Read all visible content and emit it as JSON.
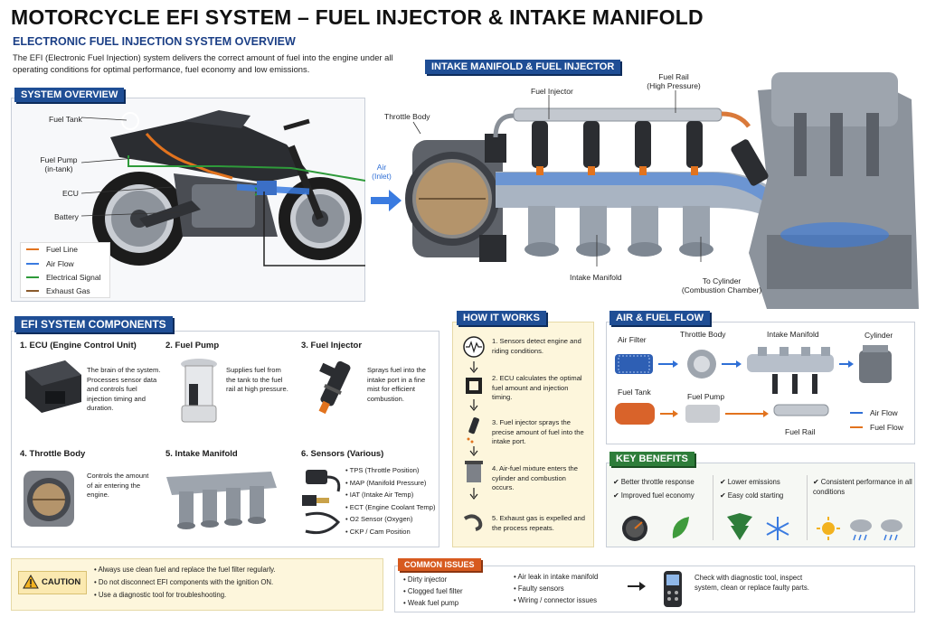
{
  "header": {
    "title": "MOTORCYCLE EFI SYSTEM – FUEL INJECTOR & INTAKE MANIFOLD",
    "subtitle": "ELECTRONIC FUEL INJECTION SYSTEM OVERVIEW",
    "intro": "The EFI (Electronic Fuel Injection) system delivers the correct amount of fuel into the engine under all operating conditions for optimal performance, fuel economy and low emissions."
  },
  "overview": {
    "heading": "SYSTEM OVERVIEW",
    "labels": [
      "Fuel Tank",
      "Fuel Pump\n(in-tank)",
      "ECU",
      "Battery"
    ],
    "legend": [
      {
        "label": "Fuel Line",
        "color": "#e2731e"
      },
      {
        "label": "Air Flow",
        "color": "#3a7be0"
      },
      {
        "label": "Electrical Signal",
        "color": "#2e9a3a"
      },
      {
        "label": "Exhaust Gas",
        "color": "#8a5a2c"
      }
    ]
  },
  "manifold": {
    "heading": "INTAKE MANIFOLD & FUEL INJECTOR",
    "throttle_body": "Throttle Body",
    "air_inlet": "Air\n(Inlet)",
    "fuel_injector": "Fuel Injector",
    "fuel_rail": "Fuel Rail\n(High Pressure)",
    "intake_manifold": "Intake Manifold",
    "to_cylinder": "To Cylinder\n(Combustion Chamber)"
  },
  "components": {
    "heading": "EFI SYSTEM COMPONENTS",
    "items": [
      {
        "title": "1. ECU (Engine Control Unit)",
        "desc": "The brain of the system. Processes sensor data and controls fuel injection timing and duration."
      },
      {
        "title": "2. Fuel Pump",
        "desc": "Supplies fuel from the tank to the fuel rail at high pressure."
      },
      {
        "title": "3. Fuel Injector",
        "desc": "Sprays fuel into the intake port in a fine mist for efficient combustion."
      },
      {
        "title": "4. Throttle Body",
        "desc": "Controls the amount of air entering the engine."
      },
      {
        "title": "5. Intake Manifold",
        "desc": ""
      },
      {
        "title": "6. Sensors (Various)",
        "desc": ""
      }
    ],
    "sensors": [
      "TPS (Throttle Position)",
      "MAP (Manifold Pressure)",
      "IAT (Intake Air Temp)",
      "ECT (Engine Coolant Temp)",
      "O2 Sensor (Oxygen)",
      "CKP / Cam Position"
    ]
  },
  "how_it_works": {
    "heading": "HOW IT WORKS",
    "steps": [
      "1. Sensors detect engine and riding conditions.",
      "2. ECU calculates the optimal fuel amount and injection timing.",
      "3. Fuel injector sprays the precise amount of fuel into the intake port.",
      "4. Air-fuel mixture enters the cylinder and combustion occurs.",
      "5. Exhaust gas is expelled and the process repeats."
    ]
  },
  "air_fuel_flow": {
    "heading": "AIR & FUEL FLOW",
    "labels": [
      "Air Filter",
      "Throttle Body",
      "Intake Manifold",
      "Cylinder",
      "Fuel Tank",
      "Fuel Pump",
      "Fuel Rail"
    ],
    "legend": [
      {
        "label": "Air Flow",
        "color": "#2f6fd6"
      },
      {
        "label": "Fuel Flow",
        "color": "#e2731e"
      }
    ]
  },
  "benefits": {
    "heading": "KEY BENEFITS",
    "col1": [
      "Better throttle response",
      "Improved fuel economy"
    ],
    "col2": [
      "Lower emissions",
      "Easy cold starting"
    ],
    "col3": [
      "Consistent performance in all conditions"
    ]
  },
  "caution": {
    "label": "CAUTION",
    "items": [
      "Always use clean fuel and replace the fuel filter regularly.",
      "Do not disconnect EFI components with the ignition ON.",
      "Use a diagnostic tool for troubleshooting."
    ]
  },
  "issues": {
    "heading": "COMMON ISSUES",
    "col1": [
      "Dirty injector",
      "Clogged fuel filter",
      "Weak fuel pump"
    ],
    "col2": [
      "Air leak in intake manifold",
      "Faulty sensors",
      "Wiring / connector issues"
    ],
    "fix": "Check with diagnostic tool, inspect system, clean or replace faulty parts."
  }
}
